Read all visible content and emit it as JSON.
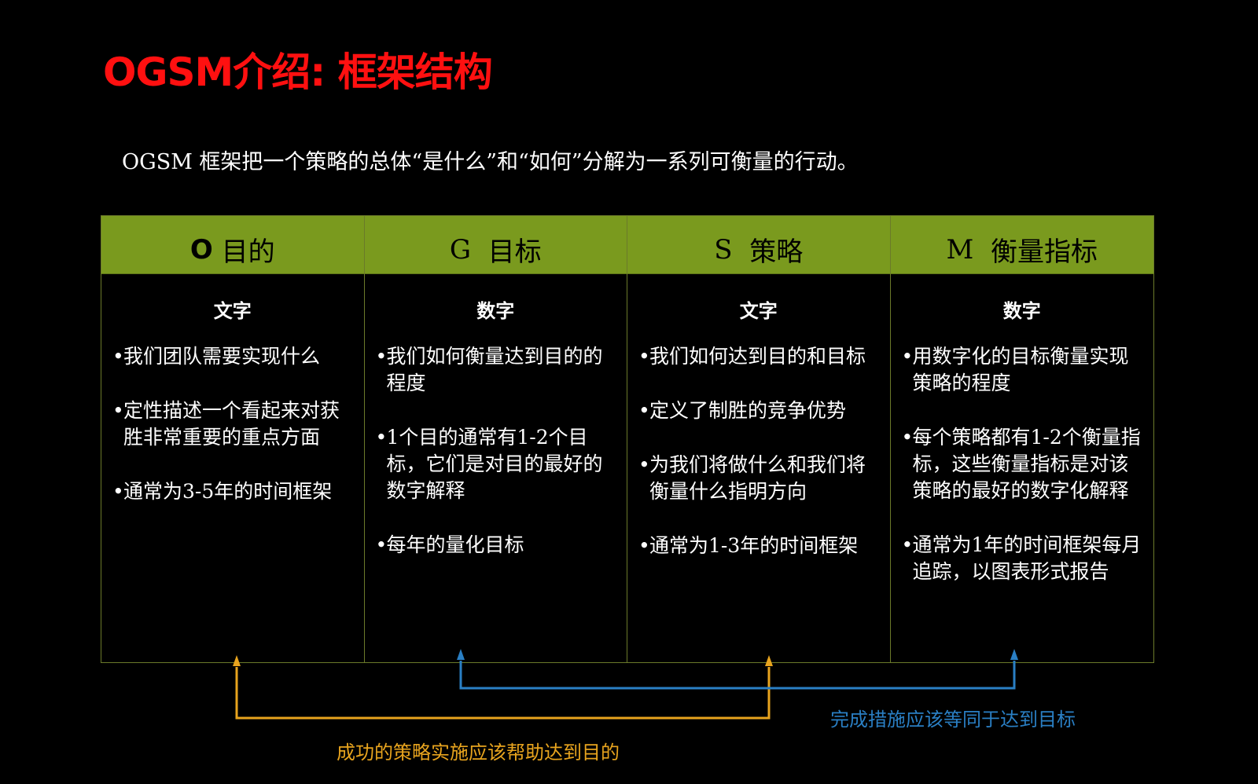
{
  "title": "OGSM介绍: 框架结构",
  "subtitle": "OGSM 框架把一个策略的总体“是什么”和“如何”分解为一系列可衡量的行动。",
  "colors": {
    "title": "#ff1010",
    "header_bg": "#7a9a1e",
    "yellow_arrow": "#e8a41e",
    "blue_arrow": "#2a7fc4"
  },
  "columns": [
    {
      "letter": "O",
      "name": "目的",
      "type": "文字",
      "bullets": [
        "我们团队需要实现什么",
        "定性描述一个看起来对获胜非常重要的重点方面",
        "通常为3-5年的时间框架"
      ]
    },
    {
      "letter": "G",
      "name": "目标",
      "type": "数字",
      "bullets": [
        "我们如何衡量达到目的的程度",
        "1个目的通常有1-2个目标，它们是对目的最好的数字解释",
        "每年的量化目标"
      ]
    },
    {
      "letter": "S",
      "name": "策略",
      "type": "文字",
      "bullets": [
        "我们如何达到目的和目标",
        "定义了制胜的竞争优势",
        "为我们将做什么和我们将衡量什么指明方向",
        "通常为1-3年的时间框架"
      ]
    },
    {
      "letter": "M",
      "name": "衡量指标",
      "type": "数字",
      "bullets": [
        "用数字化的目标衡量实现策略的程度",
        "每个策略都有1-2个衡量指标，这些衡量指标是对该策略的最好的数字化解释",
        "通常为1年的时间框架每月追踪，以图表形式报告"
      ]
    }
  ],
  "connectors": {
    "yellow_label": "成功的策略实施应该帮助达到目的",
    "blue_label": "完成措施应该等同于达到目标"
  }
}
